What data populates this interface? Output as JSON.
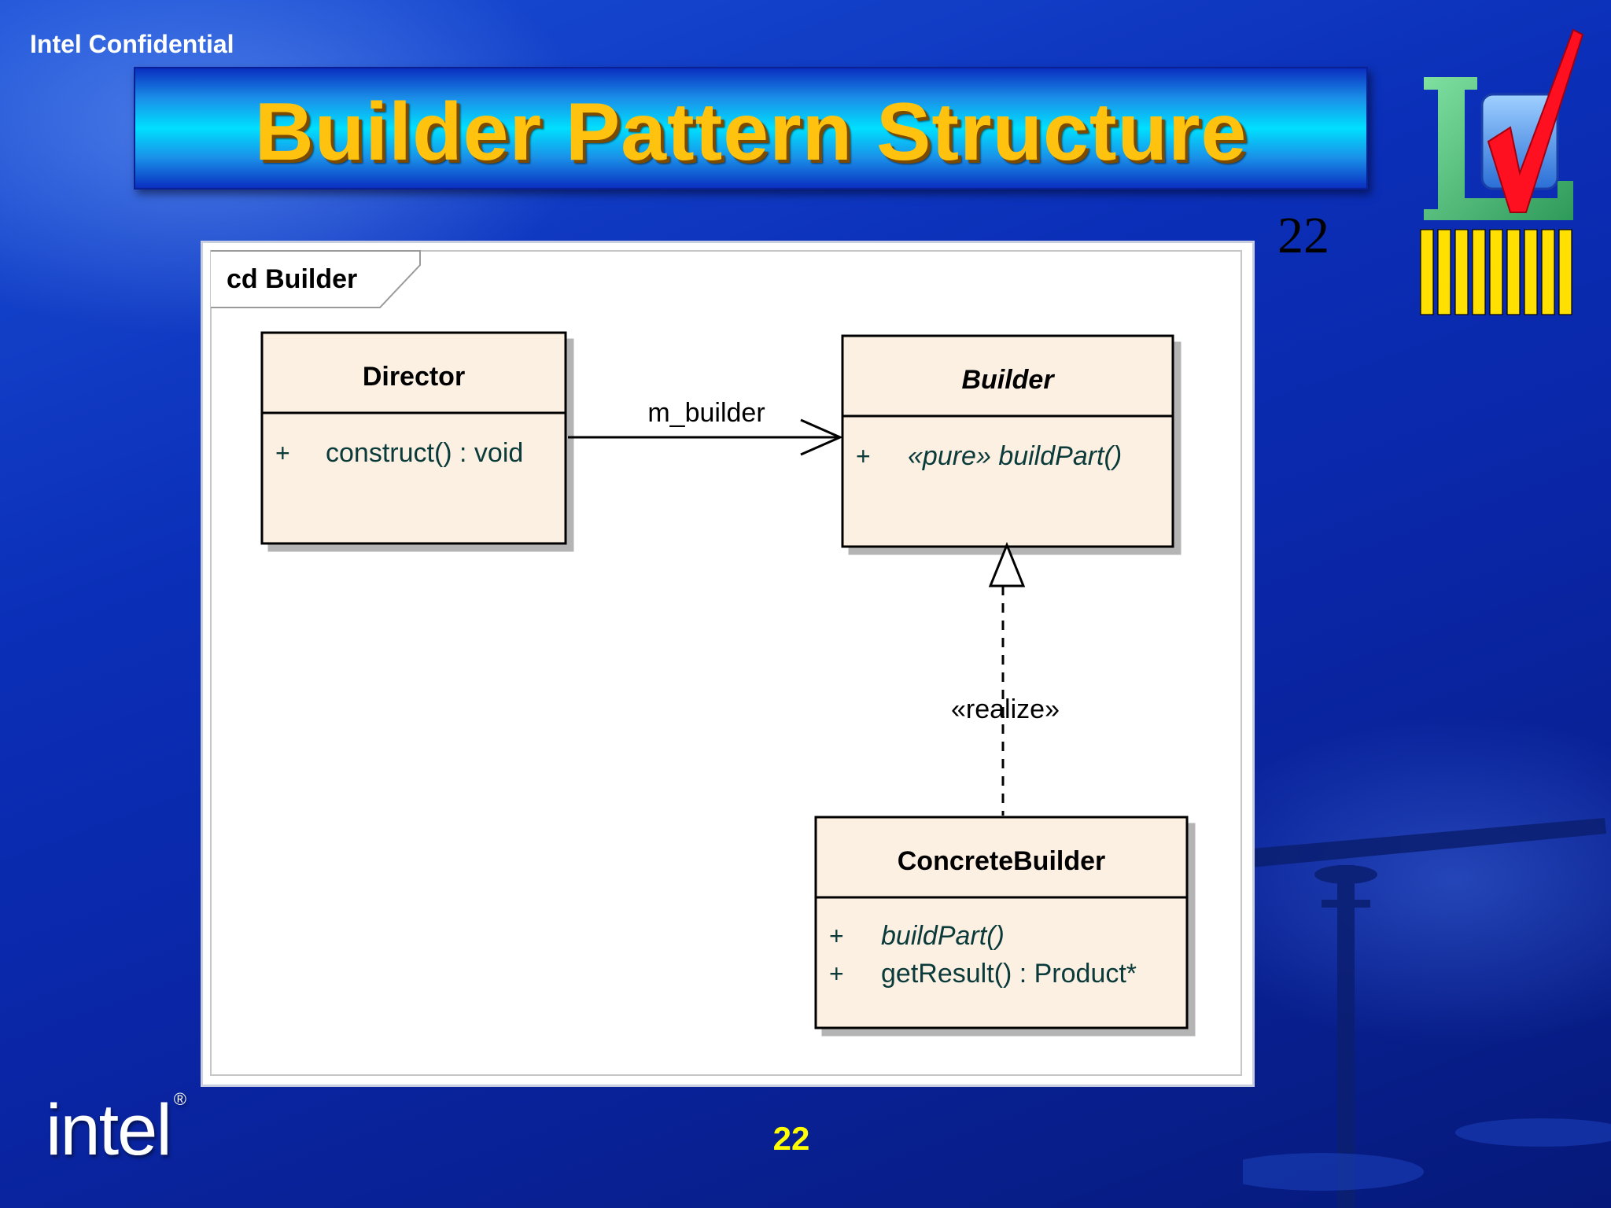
{
  "header": {
    "confidential": "Intel Confidential",
    "title": "Builder Pattern Structure",
    "slide_number_top": "22"
  },
  "diagram": {
    "frame_label": "cd Builder",
    "classes": {
      "director": {
        "name": "Director",
        "ops": [
          {
            "vis": "+",
            "sig": "construct() : void"
          }
        ]
      },
      "builder": {
        "name": "Builder",
        "ops": [
          {
            "vis": "+",
            "sig": "«pure» buildPart()"
          }
        ]
      },
      "concrete": {
        "name": "ConcreteBuilder",
        "ops": [
          {
            "vis": "+",
            "sig": "buildPart()"
          },
          {
            "vis": "+",
            "sig": "getResult() : Product*"
          }
        ]
      }
    },
    "association_label": "m_builder",
    "realization_label": "«realize»"
  },
  "footer": {
    "logo_text": "intel",
    "page_number": "22"
  },
  "colors": {
    "title_text": "#ffc20e",
    "class_fill": "#fcf0e2",
    "page_number": "#ffff00"
  }
}
